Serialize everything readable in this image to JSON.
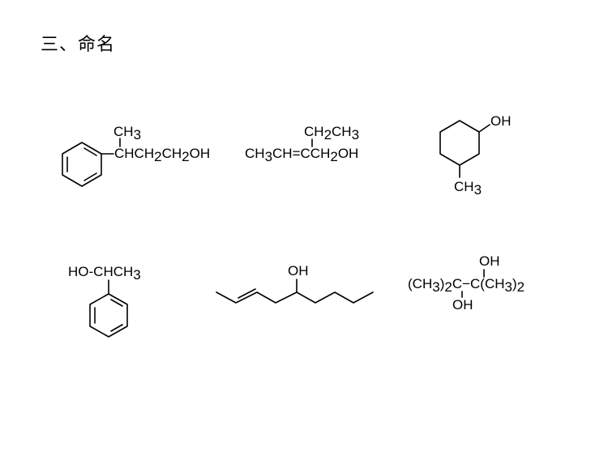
{
  "heading": "三、命名",
  "structures": [
    {
      "id": "s1",
      "labels": {
        "ch3": [
          "CH",
          "3"
        ],
        "chain": [
          "CHCH",
          "2",
          "CH",
          "2",
          "OH"
        ]
      }
    },
    {
      "id": "s2",
      "labels": {
        "ethyl": [
          "CH",
          "2",
          "CH",
          "3"
        ],
        "main": [
          "CH",
          "3",
          "CH=CCH",
          "2",
          "OH"
        ]
      }
    },
    {
      "id": "s3",
      "labels": {
        "oh": "OH",
        "ch3": [
          "CH",
          "3"
        ]
      }
    },
    {
      "id": "s4",
      "labels": {
        "main": [
          "HO-CHCH",
          "3"
        ]
      }
    },
    {
      "id": "s5",
      "labels": {
        "oh": "OH"
      }
    },
    {
      "id": "s6",
      "labels": {
        "oh_top": "OH",
        "main": [
          "(CH",
          "3",
          ")",
          "2",
          "C−C(CH",
          "3",
          ")",
          "2"
        ],
        "oh_bottom": "OH"
      }
    }
  ]
}
